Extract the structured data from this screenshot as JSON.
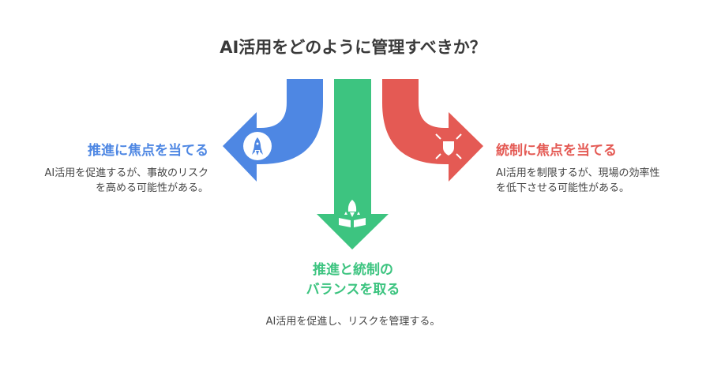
{
  "title": "AI活用をどのように管理すべきか？",
  "left": {
    "heading": "推進に焦点を当てる",
    "desc_lines": [
      "AI活用を促進するが、事故のリスク",
      "を高める可能性がある。"
    ],
    "icon": "rocket-icon",
    "color": "#4e87e3"
  },
  "center": {
    "heading_lines": [
      "推進と統制の",
      "バランスを取る"
    ],
    "desc": "AI活用を促進し、リスクを管理する。",
    "icon": "rocket-launch-icon",
    "color": "#3dc480"
  },
  "right": {
    "heading": "統制に焦点を当てる",
    "desc_lines": [
      "AI活用を制限するが、現場の効率性",
      "を低下させる可能性がある。"
    ],
    "icon": "shield-contract-icon",
    "color": "#e45a54"
  }
}
